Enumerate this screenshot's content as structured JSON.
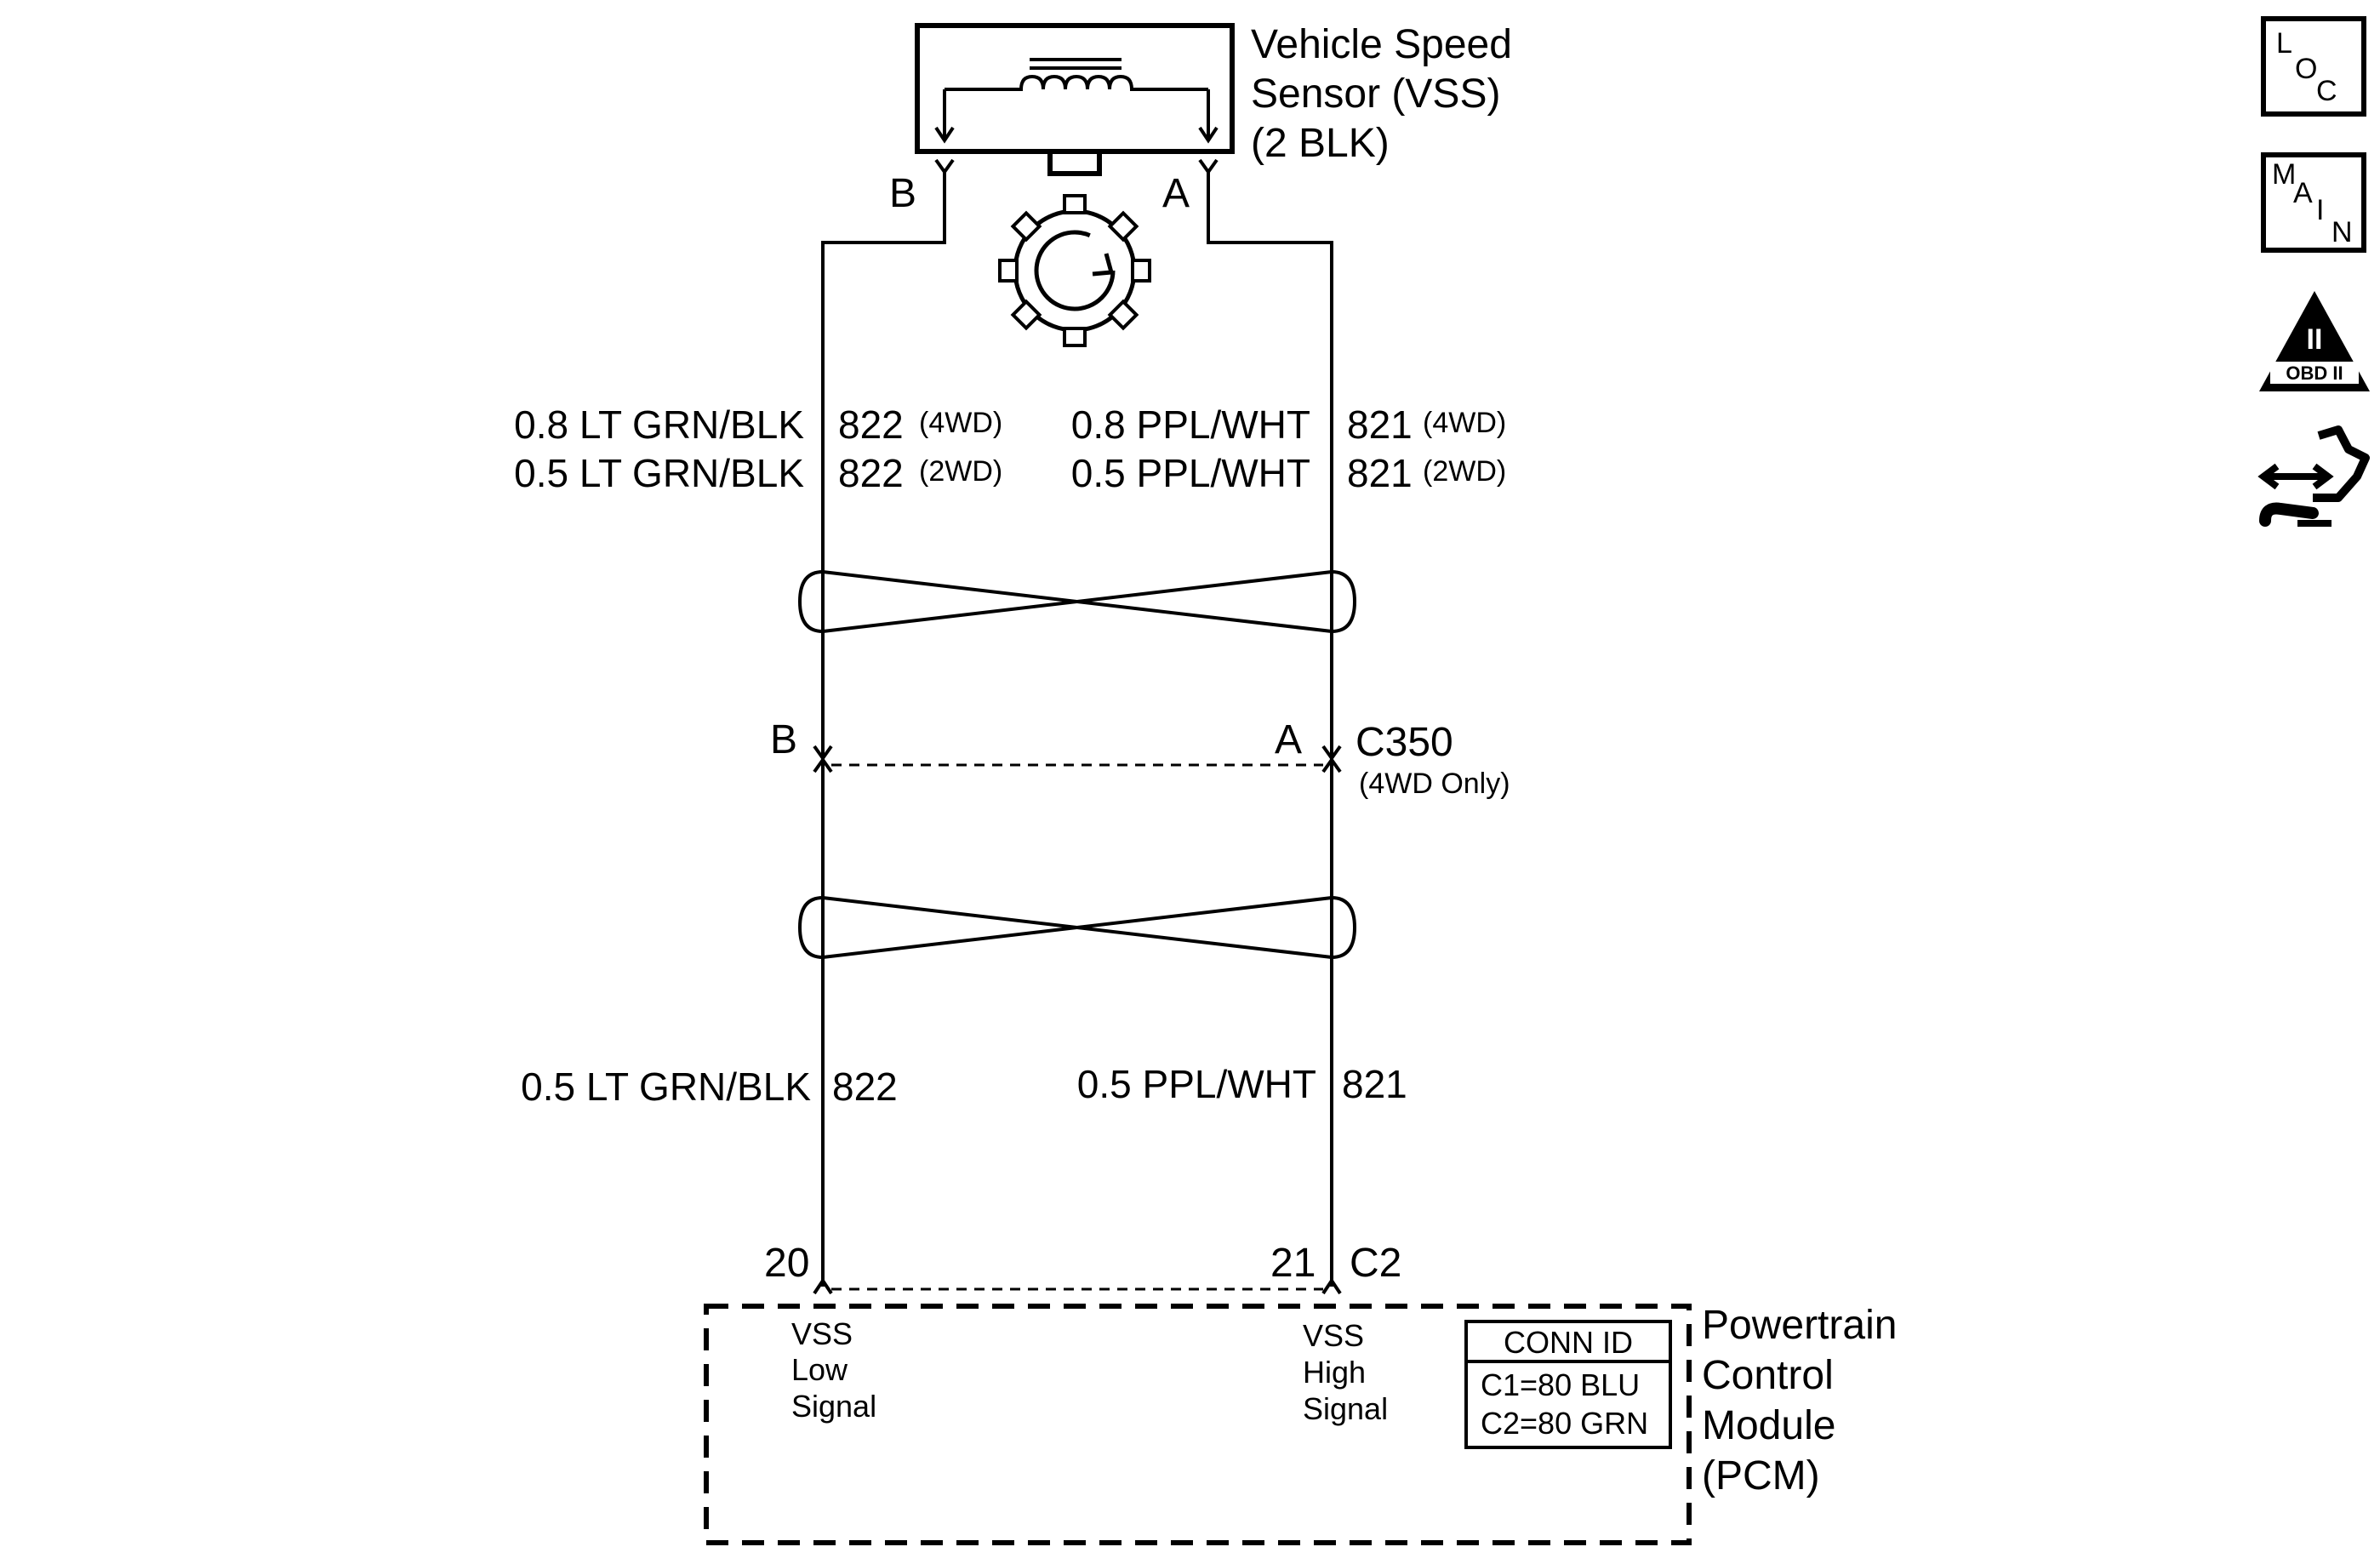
{
  "sensor": {
    "name_line1": "Vehicle Speed",
    "name_line2": "Sensor (VSS)",
    "name_line3": "(2 BLK)",
    "pin_left": "B",
    "pin_right": "A"
  },
  "upper_wires": {
    "left_4wd": {
      "gauge_color": "0.8 LT GRN/BLK",
      "circuit": "822",
      "note": "(4WD)"
    },
    "left_2wd": {
      "gauge_color": "0.5 LT GRN/BLK",
      "circuit": "822",
      "note": "(2WD)"
    },
    "right_4wd": {
      "gauge_color": "0.8 PPL/WHT",
      "circuit": "821",
      "note": "(4WD)"
    },
    "right_2wd": {
      "gauge_color": "0.5 PPL/WHT",
      "circuit": "821",
      "note": "(2WD)"
    }
  },
  "connector_c350": {
    "pin_left": "B",
    "pin_right": "A",
    "name": "C350",
    "note": "(4WD Only)"
  },
  "lower_wires": {
    "left": {
      "gauge_color": "0.5 LT GRN/BLK",
      "circuit": "822"
    },
    "right": {
      "gauge_color": "0.5 PPL/WHT",
      "circuit": "821"
    }
  },
  "pcm_connector": {
    "pin_left": "20",
    "pin_right": "21",
    "name": "C2"
  },
  "pcm": {
    "name_line1": "Powertrain",
    "name_line2": "Control",
    "name_line3": "Module",
    "name_line4": "(PCM)",
    "low_line1": "VSS",
    "low_line2": "Low",
    "low_line3": "Signal",
    "high_line1": "VSS",
    "high_line2": "High",
    "high_line3": "Signal",
    "conn_id_title": "CONN ID",
    "conn_c1": "C1=80 BLU",
    "conn_c2": "C2=80 GRN"
  },
  "side_icons": {
    "loc": {
      "l1": "L",
      "l2": "O",
      "l3": "C",
      "icon": "location-icon"
    },
    "main": {
      "l1": "M",
      "l2": "A",
      "l3": "I",
      "l4": "N",
      "icon": "main-index-icon"
    },
    "obd": {
      "numeral": "II",
      "label": "OBD II",
      "icon": "obd-ii-icon"
    },
    "diag": {
      "icon": "diagnostic-connector-icon"
    }
  }
}
